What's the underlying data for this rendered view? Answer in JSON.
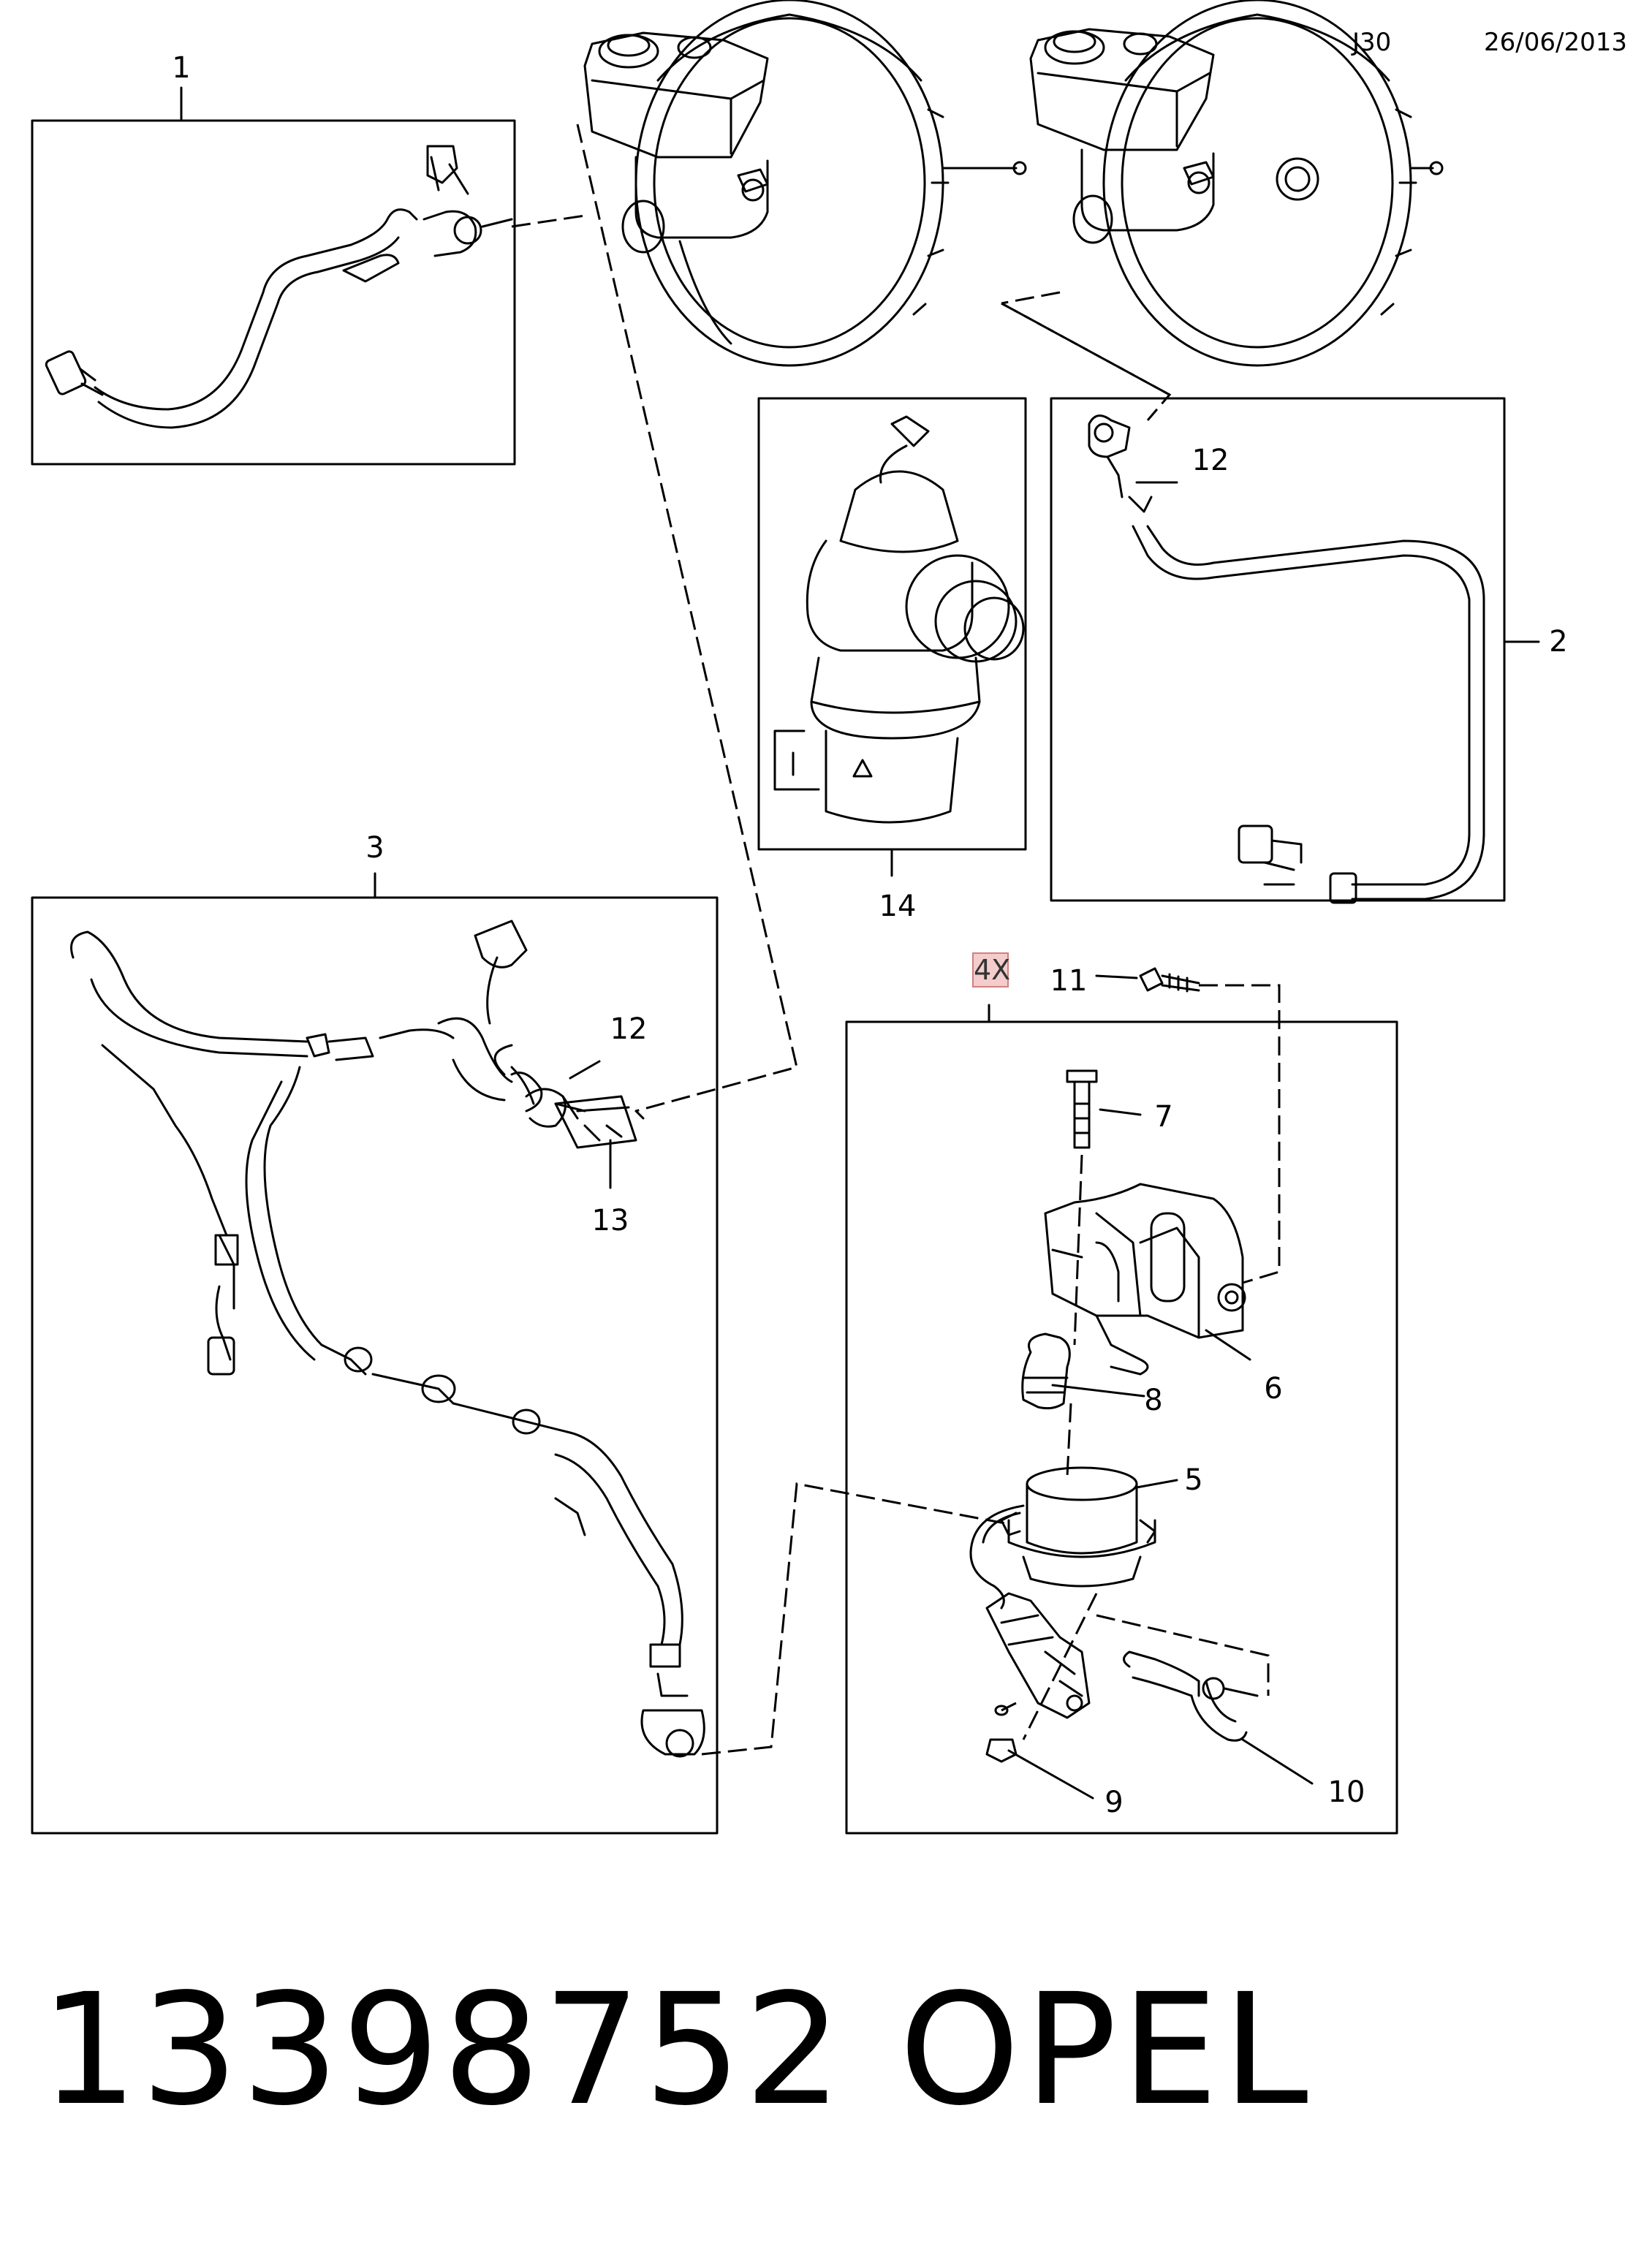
{
  "header": {
    "code": "J30",
    "date": "26/06/2013"
  },
  "callouts": {
    "n1": "1",
    "n2": "2",
    "n3": "3",
    "n5": "5",
    "n6": "6",
    "n7": "7",
    "n8": "8",
    "n9": "9",
    "n10": "10",
    "n11": "11",
    "n12a": "12",
    "n12b": "12",
    "n13": "13",
    "n14": "14"
  },
  "quantity_badge": "4X",
  "footer": {
    "part_number": "13398752",
    "brand": "OPEL"
  }
}
